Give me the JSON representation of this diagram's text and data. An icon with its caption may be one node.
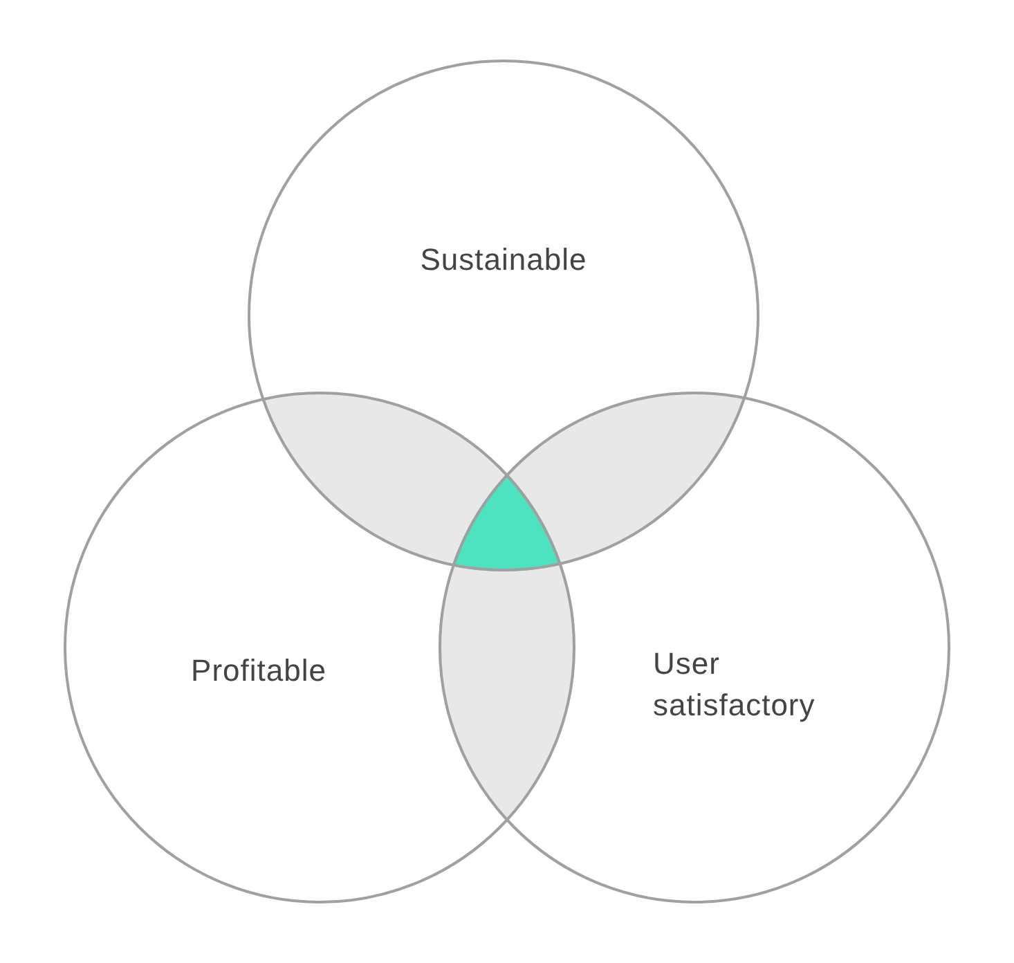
{
  "diagram": {
    "nodes": [
      {
        "text": [
          "Sustainable"
        ]
      },
      {
        "text": [
          "Profitable"
        ]
      },
      {
        "text": [
          "User satisfactory"
        ]
      }
    ]
  }
}
